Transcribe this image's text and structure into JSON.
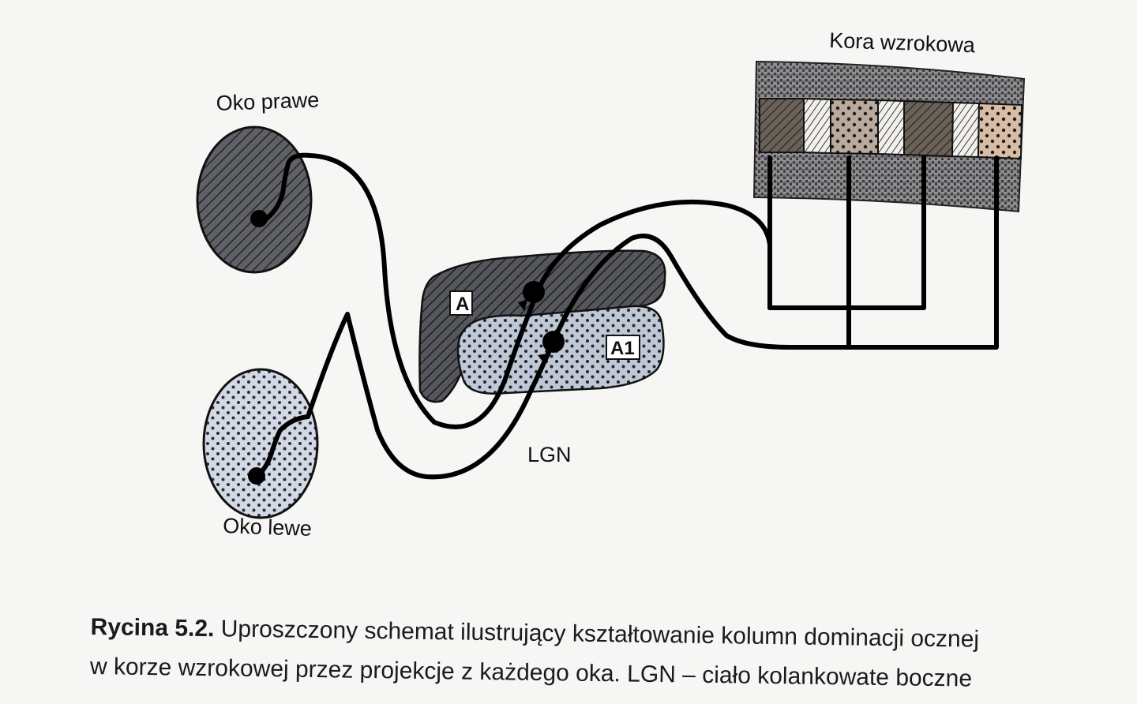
{
  "labels": {
    "visual_cortex": "Kora wzrokowa",
    "right_eye": "Oko prawe",
    "left_eye": "Oko lewe",
    "layer_a": "A",
    "layer_a1": "A1",
    "lgn": "LGN"
  },
  "caption": {
    "figure_number": "Rycina 5.2.",
    "line1_text": "Uproszczony schemat ilustrujący kształtowanie kolumn dominacji ocznej",
    "line2_text": "w korze wzrokowej przez projekcje z każdego oka. LGN – ciało kolankowate boczne"
  },
  "colors": {
    "right_eye_fill": "#5f6166",
    "left_eye_fill": "#d2d8e4",
    "layer_a_fill": "#55575c",
    "layer_a1_fill": "#c0c8d6",
    "cortex_band": "#8e8e90",
    "column_dark": "#6a6258",
    "column_dotted": "#b8aa9c",
    "column_dotted_light": "#d8bca6",
    "line": "#000000"
  }
}
